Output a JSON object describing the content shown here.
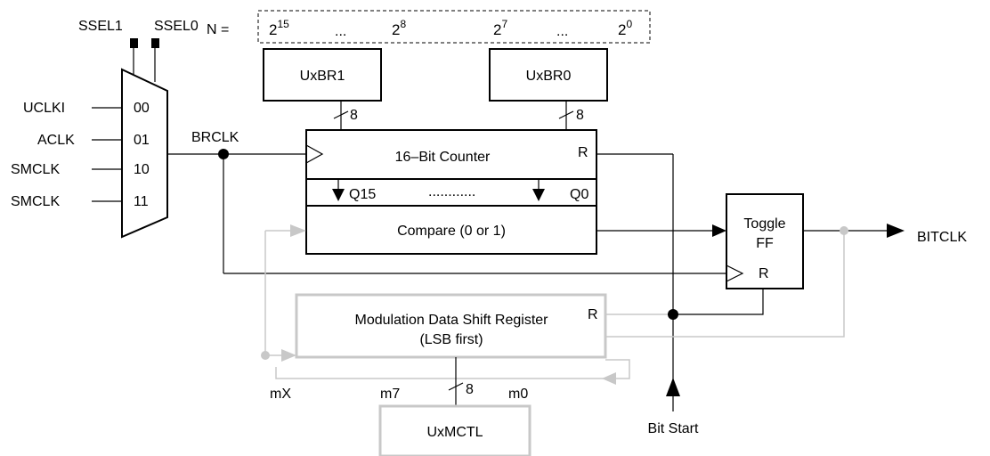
{
  "select": {
    "ssel1": "SSEL1",
    "ssel0": "SSEL0"
  },
  "n_field": {
    "prefix": "N =",
    "base": "2",
    "exp15": "15",
    "exp8": "8",
    "exp7": "7",
    "exp0": "0",
    "dots": "..."
  },
  "mux": {
    "inputs": [
      {
        "label": "UCLKI",
        "code": "00"
      },
      {
        "label": "ACLK",
        "code": "01"
      },
      {
        "label": "SMCLK",
        "code": "10"
      },
      {
        "label": "SMCLK",
        "code": "11"
      }
    ]
  },
  "brclk": "BRCLK",
  "uxbr1": "UxBR1",
  "uxbr0": "UxBR0",
  "bus_width": "8",
  "counter": {
    "label": "16–Bit Counter",
    "reset": "R",
    "q15": "Q15",
    "q0": "Q0",
    "dots": "............"
  },
  "compare": "Compare (0 or 1)",
  "toggle": {
    "line1": "Toggle",
    "line2": "FF",
    "reset": "R"
  },
  "bitclk": "BITCLK",
  "shift_register": {
    "line1": "Modulation Data Shift Register",
    "line2": "(LSB first)",
    "reset": "R"
  },
  "mod_labels": {
    "mx": "mX",
    "m7": "m7",
    "m0": "m0"
  },
  "uxmctl": "UxMCTL",
  "bit_start": "Bit Start",
  "colors": {
    "line": "#000000",
    "modulation": "#c8c8c8",
    "background": "#ffffff"
  }
}
